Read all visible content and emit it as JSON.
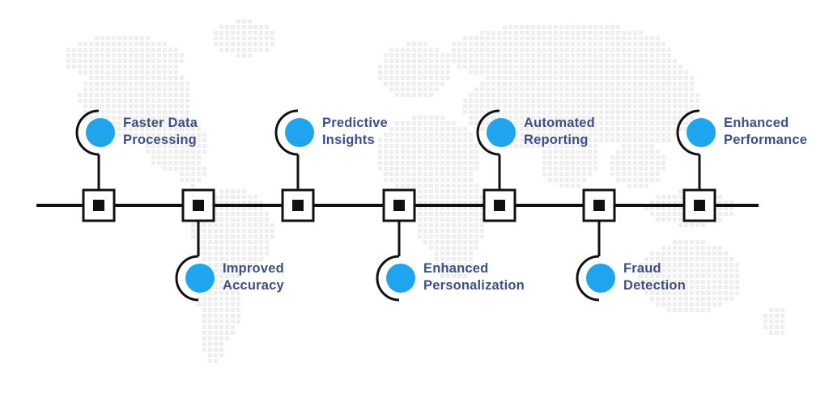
{
  "colors": {
    "accent_dot": "#1ea5ee",
    "line": "#111111",
    "label_text": "#3d4f86",
    "map_dots": "#eeeeee"
  },
  "background": {
    "icon": "world-map-dotted"
  },
  "milestones": [
    {
      "line1": "Faster Data",
      "line2": "Processing",
      "position": "above"
    },
    {
      "line1": "Improved",
      "line2": "Accuracy",
      "position": "below"
    },
    {
      "line1": "Predictive",
      "line2": "Insights",
      "position": "above"
    },
    {
      "line1": "Enhanced",
      "line2": "Personalization",
      "position": "below"
    },
    {
      "line1": "Automated",
      "line2": "Reporting",
      "position": "above"
    },
    {
      "line1": "Fraud",
      "line2": "Detection",
      "position": "below"
    },
    {
      "line1": "Enhanced",
      "line2": "Performance",
      "position": "above"
    }
  ]
}
